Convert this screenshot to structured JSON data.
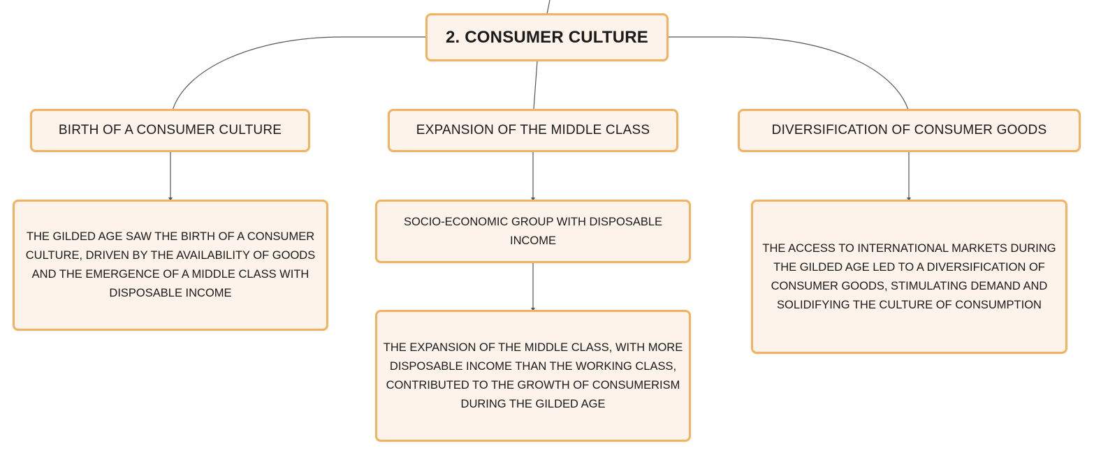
{
  "colors": {
    "node_fill": "#fdf3ea",
    "node_border": "#f2b25f",
    "connector": "#555555",
    "text": "#1a1a1a"
  },
  "root": {
    "label": "2. CONSUMER CULTURE"
  },
  "branches": [
    {
      "heading": "BIRTH OF A CONSUMER CULTURE",
      "details": [
        "THE GILDED AGE SAW THE BIRTH OF A CONSUMER CULTURE, DRIVEN BY THE AVAILABILITY OF GOODS AND THE EMERGENCE OF A MIDDLE CLASS WITH DISPOSABLE INCOME"
      ]
    },
    {
      "heading": "EXPANSION OF THE MIDDLE CLASS",
      "details": [
        "SOCIO-ECONOMIC GROUP WITH DISPOSABLE INCOME",
        "THE EXPANSION OF THE MIDDLE CLASS, WITH MORE DISPOSABLE INCOME THAN THE WORKING CLASS, CONTRIBUTED TO THE GROWTH OF CONSUMERISM DURING THE GILDED AGE"
      ]
    },
    {
      "heading": "DIVERSIFICATION OF CONSUMER GOODS",
      "details": [
        "THE ACCESS TO INTERNATIONAL MARKETS DURING THE GILDED AGE LED TO A DIVERSIFICATION OF CONSUMER GOODS, STIMULATING DEMAND AND SOLIDIFYING THE CULTURE OF CONSUMPTION"
      ]
    }
  ]
}
